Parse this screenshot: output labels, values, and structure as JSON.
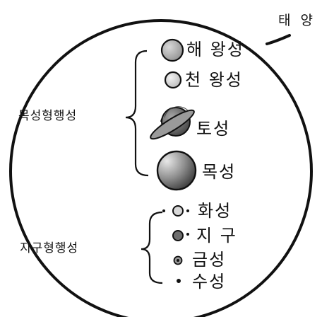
{
  "sun": {
    "label": "태 양"
  },
  "groups": {
    "jovian": {
      "label": "목성형행성"
    },
    "terrestrial": {
      "label": "지구형행성"
    }
  },
  "planets": [
    {
      "id": "neptune",
      "label": "해 왕성"
    },
    {
      "id": "uranus",
      "label": "천 왕성"
    },
    {
      "id": "saturn",
      "label": "토성"
    },
    {
      "id": "jupiter",
      "label": "목성"
    },
    {
      "id": "mars",
      "label": "화성"
    },
    {
      "id": "earth",
      "label": "지 구"
    },
    {
      "id": "venus",
      "label": "금성"
    },
    {
      "id": "mercury",
      "label": "수성"
    }
  ],
  "colors": {
    "outline": "#111111",
    "gas_giant_fill": "#8a8a8a",
    "light_fill": "#c8c8c8",
    "rocky_fill": "#6e6e6e"
  }
}
